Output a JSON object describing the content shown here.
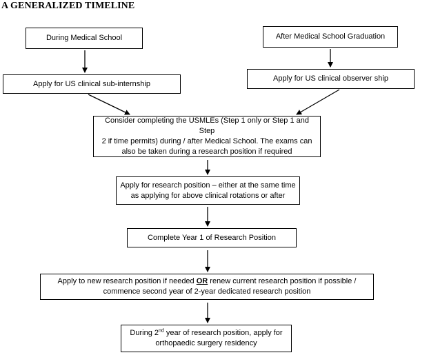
{
  "title": "A GENERALIZED TIMELINE",
  "boxes": {
    "during_school": "During Medical School",
    "after_graduation": "After Medical School Graduation",
    "sub_internship": "Apply for US clinical sub-internship",
    "observership": "Apply for US clinical observer ship",
    "usmle": {
      "line1": "Consider completing the USMLEs (Step 1 only or Step 1 and Step",
      "line2": "2 if time permits) during / after Medical School. The exams can",
      "line3": "also be taken during a research position if required"
    },
    "research_apply": {
      "line1": "Apply for research position – either at the same time",
      "line2": "as applying for above clinical rotations or after"
    },
    "year1": "Complete Year 1 of Research Position",
    "new_research": {
      "line1_a": "Apply to new research position if needed ",
      "line1_or": "OR",
      "line1_b": " renew current research position if possible /",
      "line2": "commence second year of 2-year dedicated research position"
    },
    "residency": {
      "line1_a": "During 2",
      "line1_sup": "nd",
      "line1_b": " year of research position, apply for",
      "line2": "orthopaedic surgery residency"
    }
  }
}
